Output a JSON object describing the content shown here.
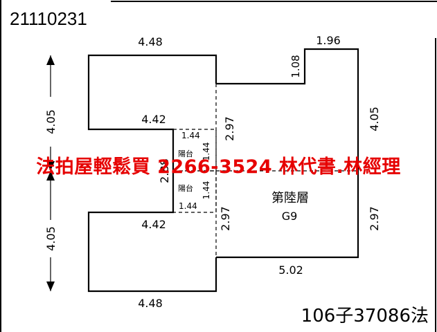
{
  "case_id": "21110231",
  "case_number": "106子37086法",
  "watermark": "法拍屋輕鬆買 2266-3524  林代書.林經理",
  "floor_label": "第陸層",
  "floor_code": "G9",
  "balcony_label": "陽台",
  "dimensions": {
    "top_left_width": "4.48",
    "bottom_left_width": "4.48",
    "left_upper_height": "4.05",
    "left_lower_height": "4.05",
    "notch_upper_width": "4.42",
    "notch_lower_width": "4.42",
    "notch_height": "2.88",
    "balcony_upper_width": "1.44",
    "balcony_upper_depth": "1.44",
    "balcony_lower_width": "1.44",
    "balcony_lower_depth": "1.44",
    "center_upper_height": "2.97",
    "center_lower_height": "2.97",
    "step_height": "1.08",
    "top_right_width": "1.96",
    "right_upper_height": "4.05",
    "right_lower_height": "2.97",
    "bottom_right_width": "5.02"
  },
  "colors": {
    "watermark": "#e60000",
    "lines": "#000000",
    "background": "#ffffff"
  }
}
